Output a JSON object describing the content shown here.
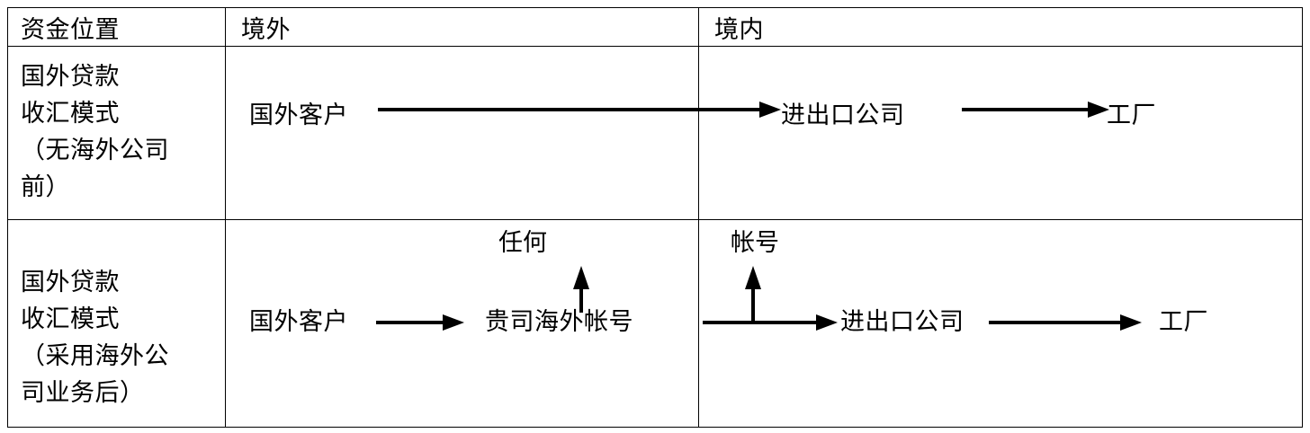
{
  "table": {
    "headers": [
      "资金位置",
      "境外",
      "境内"
    ],
    "rows": [
      {
        "label": "国外贷款\n收汇模式\n（无海外公司\n前）",
        "offshore": {
          "nodes": [
            "国外客户"
          ]
        },
        "onshore": {
          "nodes": [
            "进出口公司",
            "工厂"
          ]
        },
        "flow_note": "国外客户 → 进出口公司 → 工厂"
      },
      {
        "label": "国外贷款\n收汇模式\n（采用海外公\n司业务后）",
        "offshore": {
          "nodes": [
            "国外客户",
            "贵司海外帐号"
          ],
          "up_label": "任何"
        },
        "onshore": {
          "nodes": [
            "进出口公司",
            "工厂"
          ],
          "up_label": "帐号"
        },
        "flow_note": "国外客户 → 贵司海外帐号 → 进出口公司 → 工厂"
      }
    ]
  },
  "colors": {
    "border": "#000000",
    "text": "#000000",
    "background": "#ffffff"
  }
}
